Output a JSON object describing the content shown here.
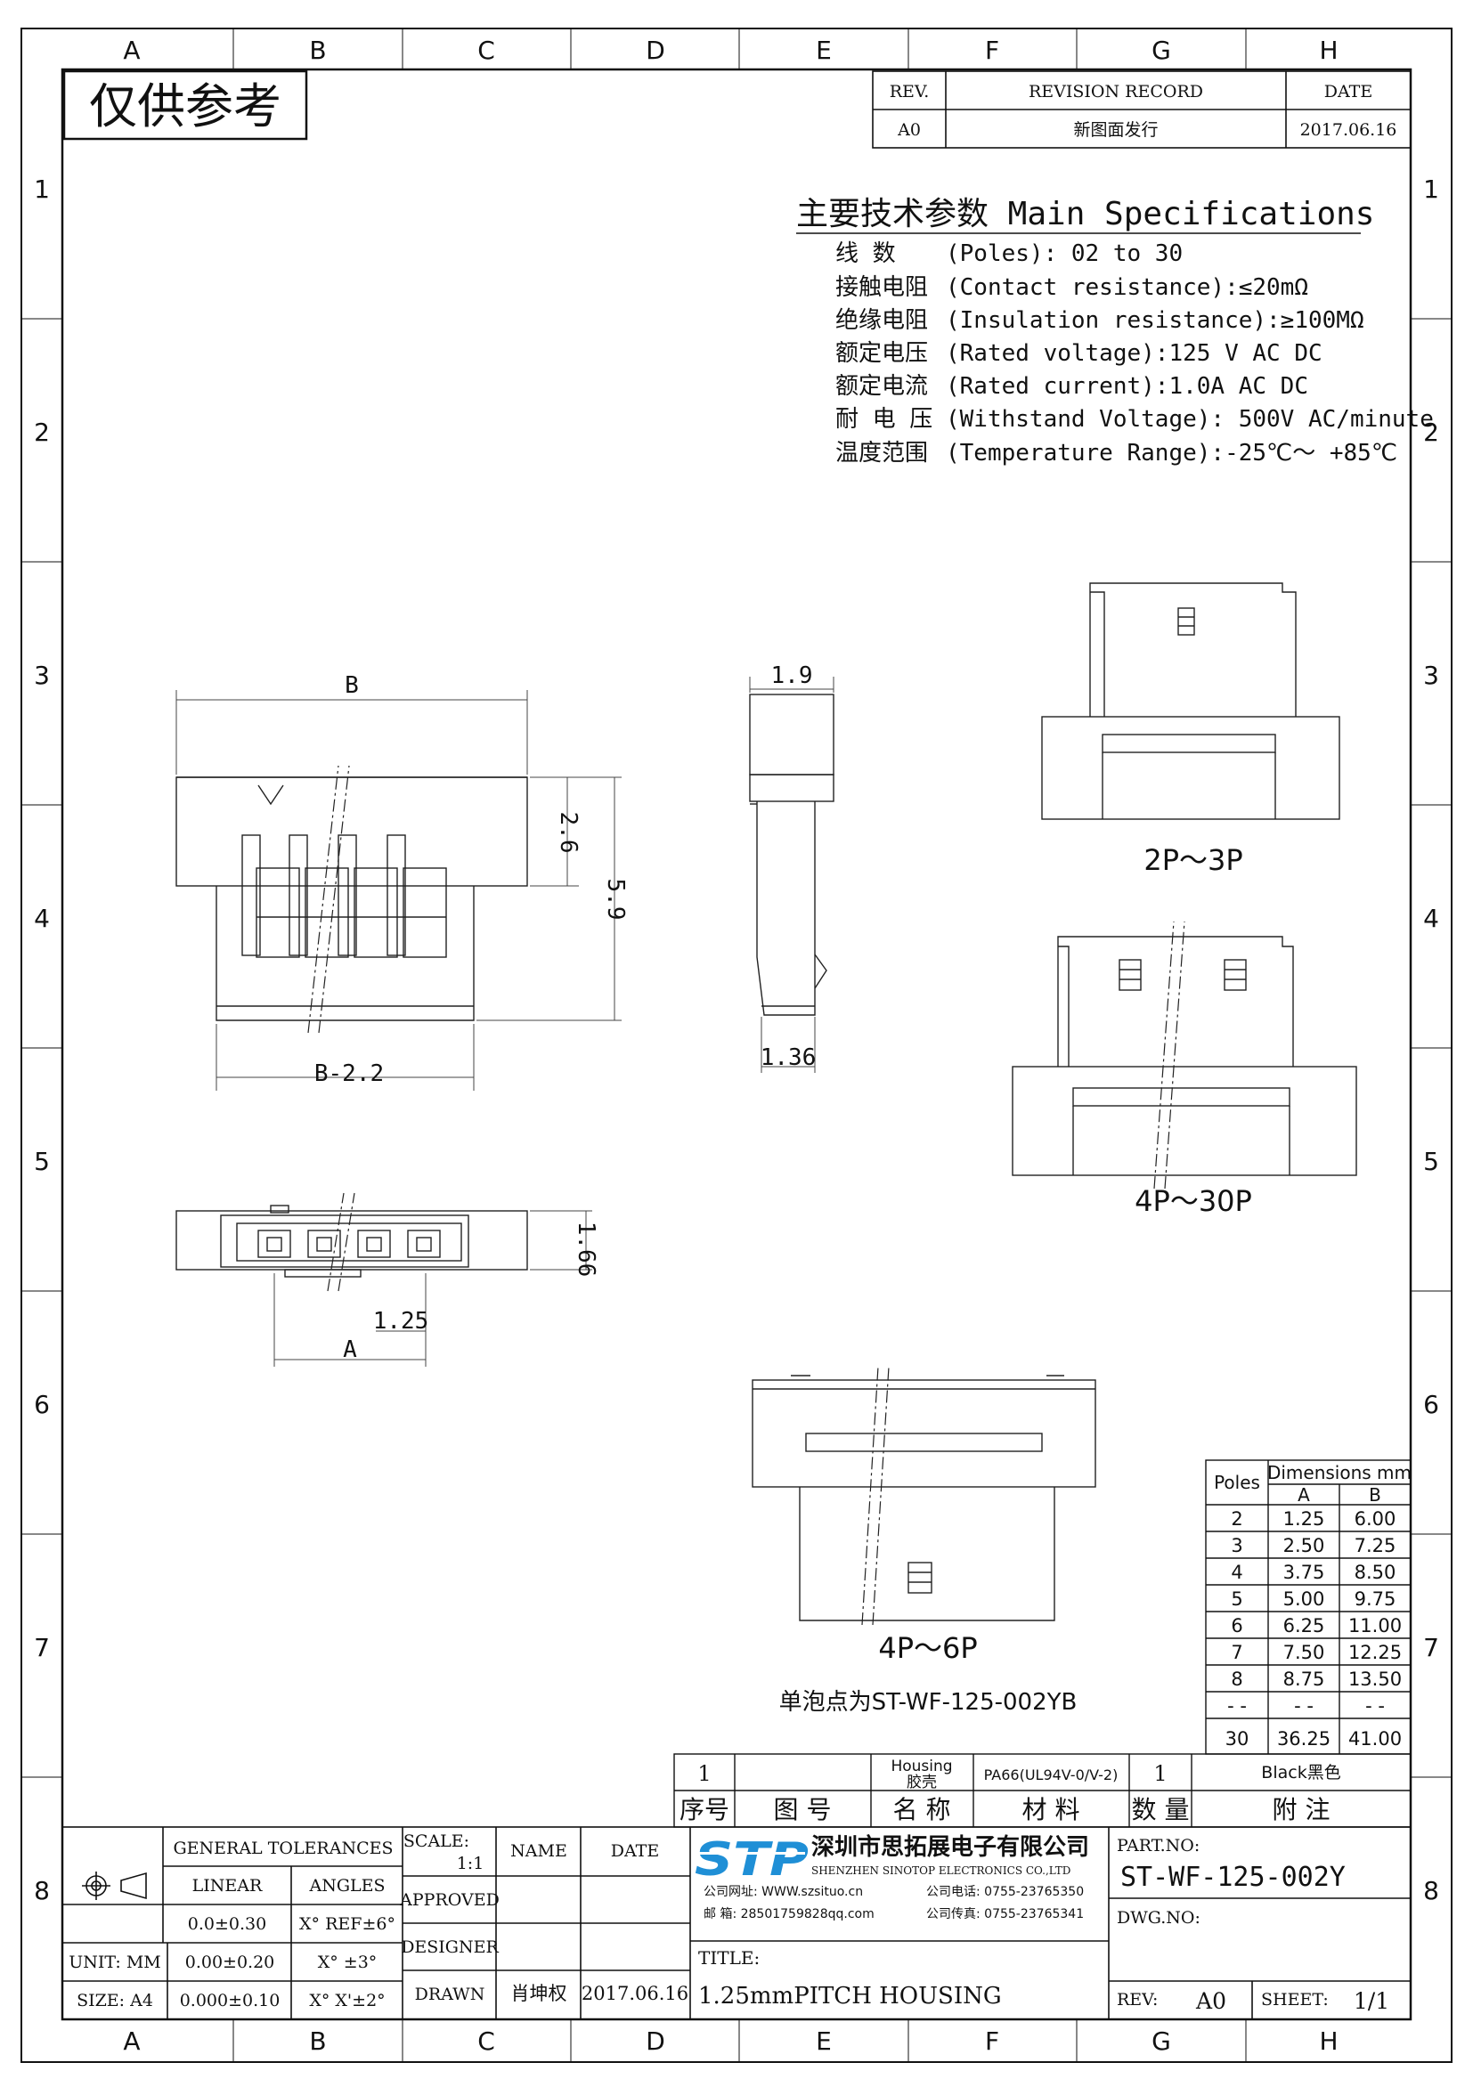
{
  "grid": {
    "columns": [
      "A",
      "B",
      "C",
      "D",
      "E",
      "F",
      "G",
      "H"
    ],
    "rows": [
      "1",
      "2",
      "3",
      "4",
      "5",
      "6",
      "7",
      "8"
    ]
  },
  "stamp": "仅供参考",
  "revision": {
    "headers": {
      "rev": "REV.",
      "record": "REVISION RECORD",
      "date": "DATE"
    },
    "rows": [
      {
        "rev": "A0",
        "record": "新图面发行",
        "date": "2017.06.16"
      }
    ]
  },
  "specs": {
    "title": "主要技术参数 Main Specifications",
    "lines": [
      {
        "cn": "线   数",
        "en": "(Poles): 02 to 30"
      },
      {
        "cn": "接触电阻",
        "en": "(Contact resistance):≤20mΩ"
      },
      {
        "cn": "绝缘电阻",
        "en": "(Insulation resistance):≥100MΩ"
      },
      {
        "cn": "额定电压",
        "en": "(Rated voltage):125 V AC DC"
      },
      {
        "cn": "额定电流",
        "en": "(Rated current):1.0A AC DC"
      },
      {
        "cn": "耐 电 压",
        "en": "(Withstand Voltage): 500V AC/minute"
      },
      {
        "cn": "温度范围",
        "en": "(Temperature Range):-25℃～ +85℃"
      }
    ]
  },
  "dims": {
    "front_top": "B",
    "front_bottom": "B-2.2",
    "front_h1": "2.6",
    "front_h2": "5.9",
    "side_top": "1.9",
    "side_bottom": "1.36",
    "bottom_pitch": "1.25",
    "bottom_a": "A",
    "bottom_h": "1.66"
  },
  "views": {
    "v1": "2P～3P",
    "v2": "4P～30P",
    "v3": "4P～6P",
    "note": "单泡点为ST-WF-125-002YB"
  },
  "dim_table": {
    "poles_header": "Poles",
    "group_header": "Dimensions mm",
    "col_a": "A",
    "col_b": "B",
    "rows": [
      {
        "p": "2",
        "a": "1.25",
        "b": "6.00"
      },
      {
        "p": "3",
        "a": "2.50",
        "b": "7.25"
      },
      {
        "p": "4",
        "a": "3.75",
        "b": "8.50"
      },
      {
        "p": "5",
        "a": "5.00",
        "b": "9.75"
      },
      {
        "p": "6",
        "a": "6.25",
        "b": "11.00"
      },
      {
        "p": "7",
        "a": "7.50",
        "b": "12.25"
      },
      {
        "p": "8",
        "a": "8.75",
        "b": "13.50"
      },
      {
        "p": "- -",
        "a": "- -",
        "b": "- -"
      },
      {
        "p": "30",
        "a": "36.25",
        "b": "41.00"
      }
    ]
  },
  "bom": {
    "item": "1",
    "name": "Housing 胶壳",
    "name_en": "Housing",
    "name_cn": "胶壳",
    "material": "PA66(UL94V-0/V-2)",
    "qty": "1",
    "remark": "Black黑色",
    "headers": {
      "no": "序号",
      "part": "图    号",
      "name": "名 称",
      "material": "材    料",
      "qty": "数 量",
      "remark": "附    注"
    }
  },
  "title_block": {
    "general_tolerances": "GENERAL TOLERANCES",
    "linear": "LINEAR",
    "angles": "ANGLES",
    "tol_rows": [
      {
        "linear": "0.0±0.30",
        "angle": "X° REF±6°"
      },
      {
        "linear": "0.00±0.20",
        "angle": "X° ±3°"
      },
      {
        "linear": "0.000±0.10",
        "angle": "X° X'±2°"
      }
    ],
    "unit": "UNIT: MM",
    "size": "SIZE: A4",
    "scale_label": "SCALE:",
    "scale": "1:1",
    "name_label": "NAME",
    "date_label": "DATE",
    "approved": "APPROVED",
    "designer": "DESIGNER",
    "drawn": "DRAWN",
    "drawn_name": "肖坤权",
    "drawn_date": "2017.06.16",
    "logo_text": "STP",
    "company_cn": "深圳市思拓展电子有限公司",
    "company_en": "SHENZHEN SINOTOP ELECTRONICS CO.,LTD",
    "contact1": "公司网址: WWW.szsituo.cn",
    "contact2": "公司电话: 0755-23765350",
    "contact3": "邮    箱: 28501759828qq.com",
    "contact4": "公司传真: 0755-23765341",
    "part_no_label": "PART.NO:",
    "part_no": "ST-WF-125-002Y",
    "dwg_no_label": "DWG.NO:",
    "title_label": "TITLE:",
    "title": "1.25mmPITCH HOUSING",
    "rev_label": "REV:",
    "rev": "A0",
    "sheet_label": "SHEET:",
    "sheet": "1/1"
  }
}
